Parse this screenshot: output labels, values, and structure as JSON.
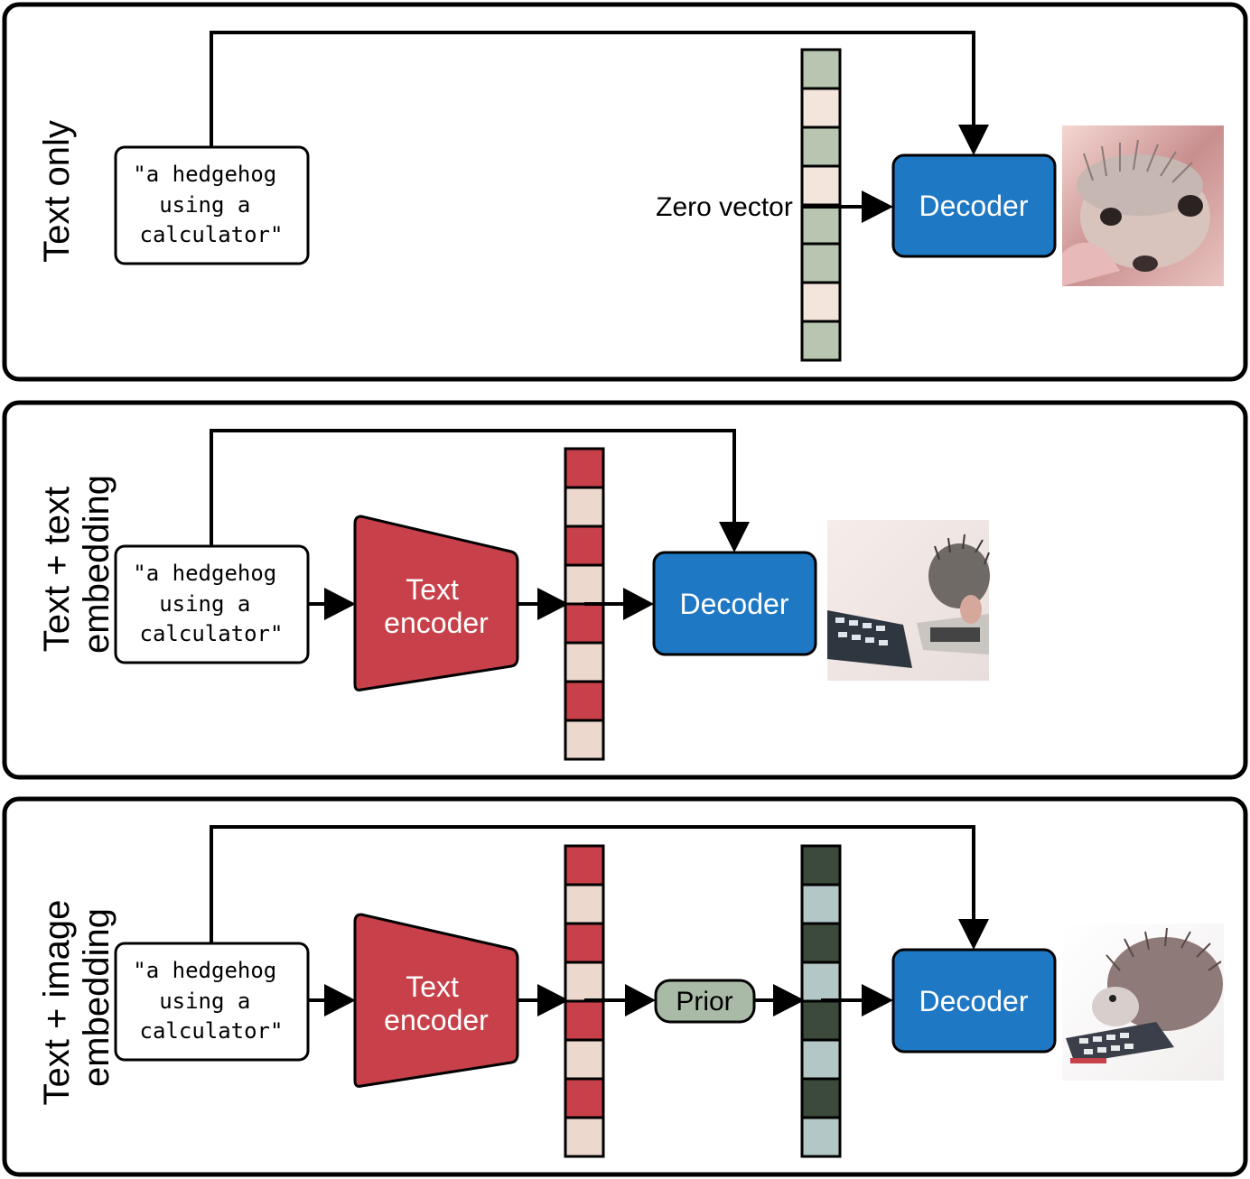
{
  "panels": [
    {
      "label": "Text only",
      "label_lines": [
        "Text only"
      ],
      "prompt_lines": [
        "\"a hedgehog",
        "using a",
        "calculator\""
      ],
      "vector_label": "Zero vector",
      "decoder_label": "Decoder",
      "output_image": "hedgehog-in-hand-photo"
    },
    {
      "label": "Text + text embedding",
      "label_lines": [
        "Text + text",
        "embedding"
      ],
      "prompt_lines": [
        "\"a hedgehog",
        "using a",
        "calculator\""
      ],
      "encoder_label_lines": [
        "Text",
        "encoder"
      ],
      "decoder_label": "Decoder",
      "output_image": "hedgehog-with-calculator-photo"
    },
    {
      "label": "Text + image embedding",
      "label_lines": [
        "Text + image",
        "embedding"
      ],
      "prompt_lines": [
        "\"a hedgehog",
        "using a",
        "calculator\""
      ],
      "encoder_label_lines": [
        "Text",
        "encoder"
      ],
      "prior_label": "Prior",
      "decoder_label": "Decoder",
      "output_image": "hedgehog-on-calculator-photo"
    }
  ],
  "colors": {
    "decoder": "#1f78c4",
    "encoder": "#c8414a",
    "prior": "#a9bba6",
    "text_embedding_dark": "#c8414a",
    "text_embedding_light": "#ecd8cc",
    "zero_vector_dark": "#b8c6b1",
    "zero_vector_light": "#f3e4dc",
    "image_embedding_dark": "#3b4a3b",
    "image_embedding_light": "#b3c8c6"
  }
}
